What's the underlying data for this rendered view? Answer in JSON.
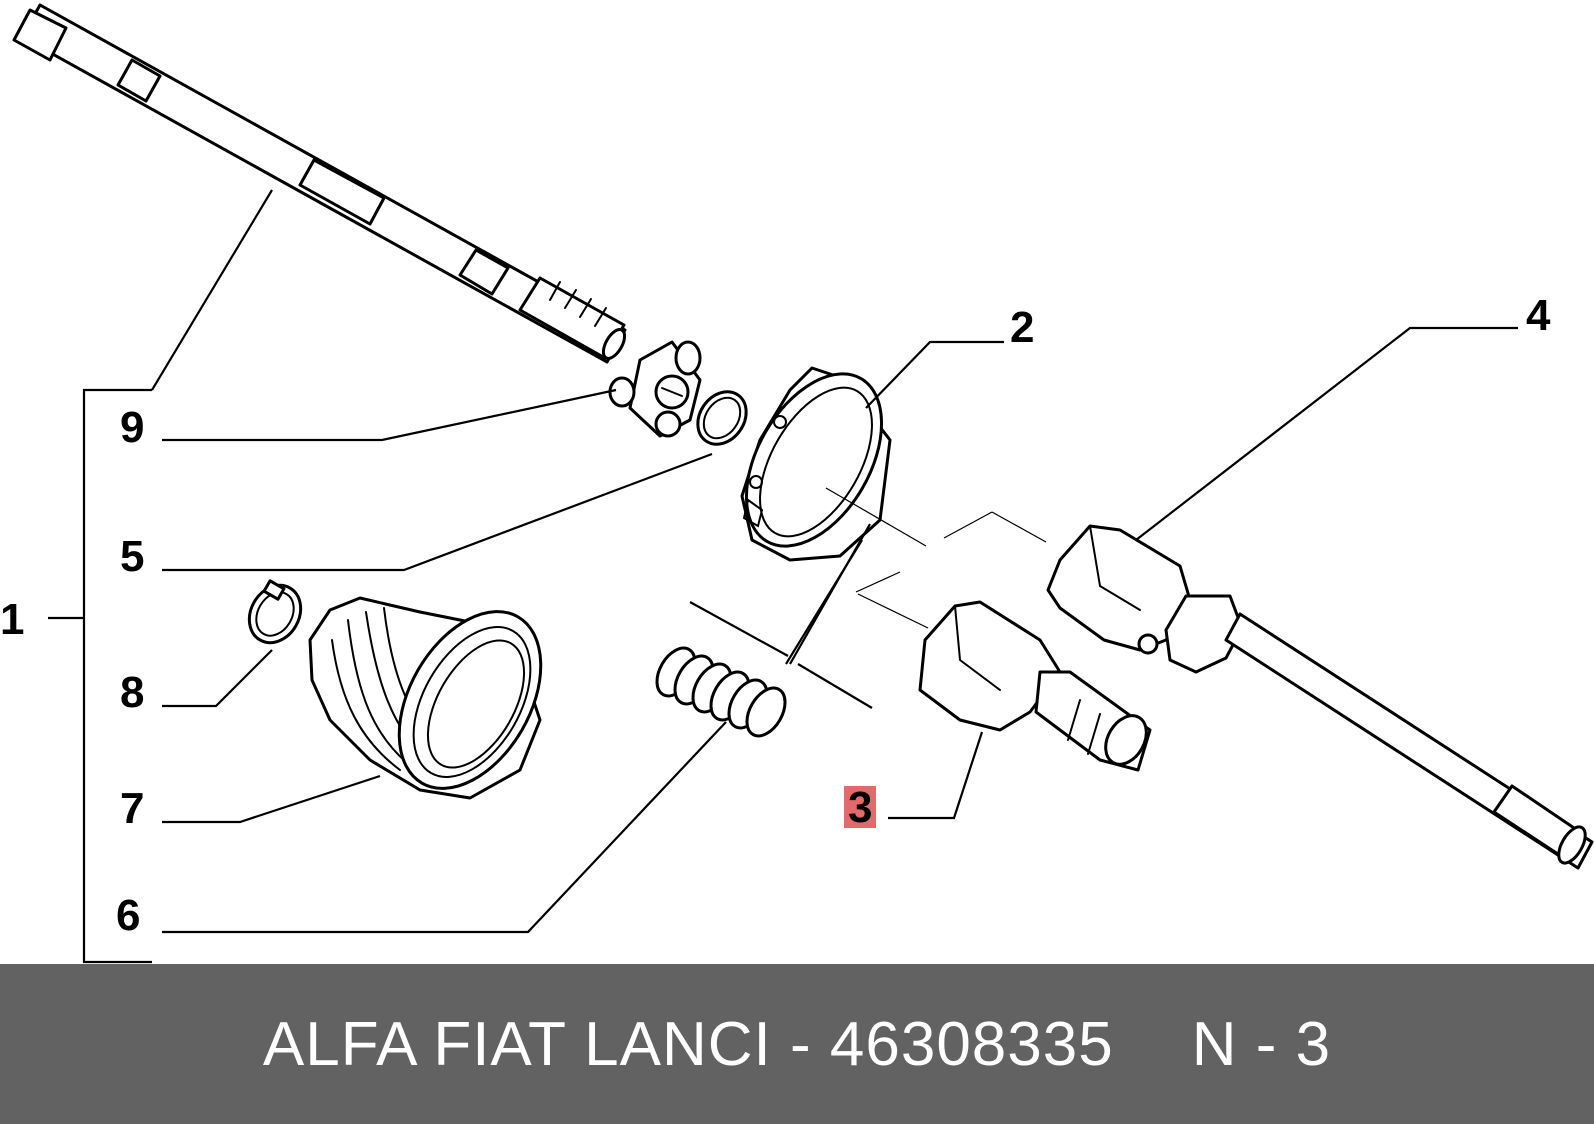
{
  "callouts": {
    "c1": "1",
    "c2": "2",
    "c3": "3",
    "c4": "4",
    "c5": "5",
    "c6": "6",
    "c7": "7",
    "c8": "8",
    "c9": "9"
  },
  "highlight_color": "#e16a6a",
  "footer": {
    "brand_part": "ALFA FIAT LANCI - 46308335",
    "ref": "N - 3",
    "background": "#626262"
  }
}
